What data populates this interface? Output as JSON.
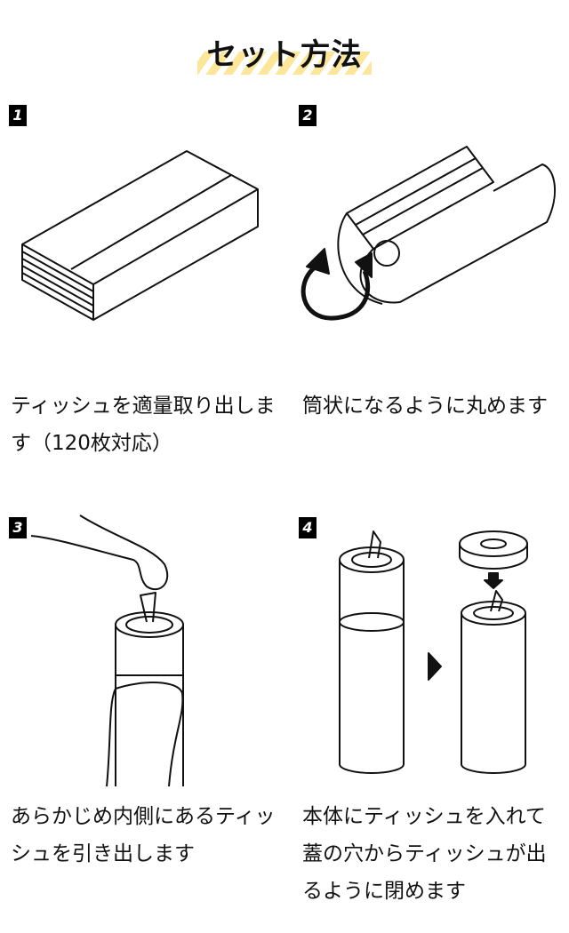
{
  "title": "セット方法",
  "accent_color": "#fbe69a",
  "steps": [
    {
      "number": "1",
      "caption": "ティッシュを適量取り出します（120枚対応）"
    },
    {
      "number": "2",
      "caption": "筒状になるように丸めます"
    },
    {
      "number": "3",
      "caption": "あらかじめ内側にあるティッシュを引き出します"
    },
    {
      "number": "4",
      "caption": "本体にティッシュを入れて蓋の穴からティッシュが出るように閉めます"
    }
  ]
}
